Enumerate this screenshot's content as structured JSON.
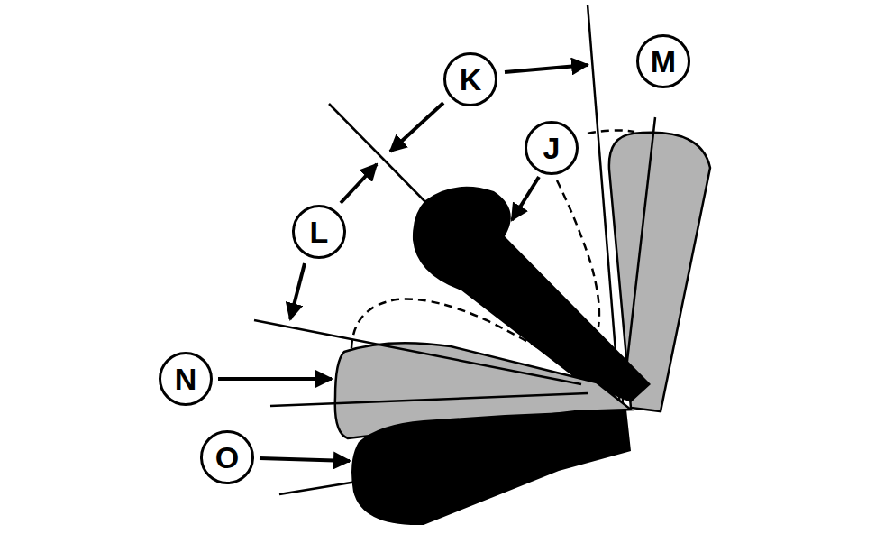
{
  "diagram": {
    "nodes": [
      {
        "text": [
          "K"
        ]
      },
      {
        "text": [
          "M"
        ]
      },
      {
        "text": [
          "J"
        ]
      },
      {
        "text": [
          "L"
        ]
      },
      {
        "text": [
          "N"
        ]
      },
      {
        "text": [
          "O"
        ]
      }
    ]
  }
}
